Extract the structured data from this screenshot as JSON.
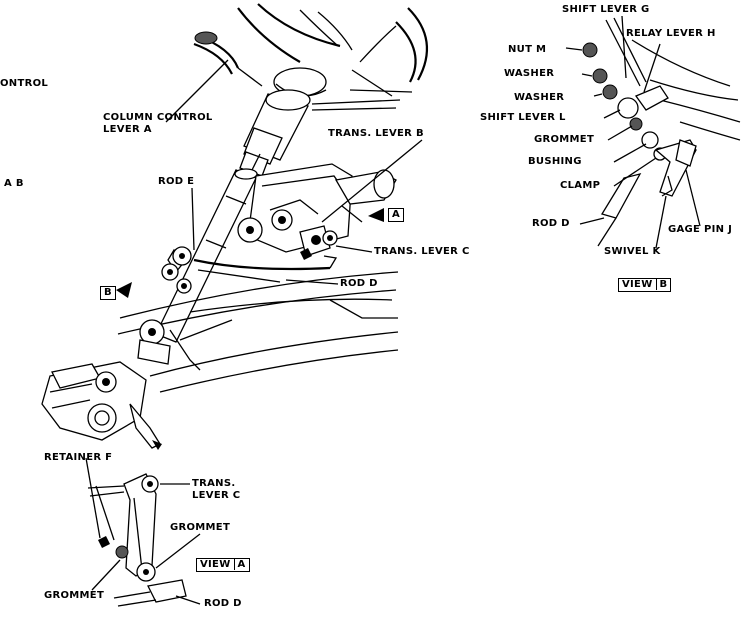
{
  "labels": {
    "control_cut": "ONTROL",
    "column_control_lever": "COLUMN CONTROL\nLEVER A",
    "rod_e": "ROD E",
    "trans_lever_b": "TRANS. LEVER B",
    "a_cut": "A B",
    "trans_lever_c": "TRANS. LEVER C",
    "rod_d_main": "ROD D",
    "arrow_a": "A",
    "arrow_b": "B",
    "retainer_f": "RETAINER F",
    "trans_lever_c_view": "TRANS.\nLEVER C",
    "grommet_view_a_upper": "GROMMET",
    "grommet_view_a_lower": "GROMMET",
    "rod_d_view_a": "ROD D",
    "shift_lever_g": "SHIFT LEVER G",
    "relay_lever_h": "RELAY LEVER H",
    "nut_m": "NUT M",
    "washer_1": "WASHER",
    "washer_2": "WASHER",
    "shift_lever_l": "SHIFT LEVER L",
    "grommet_view_b": "GROMMET",
    "bushing": "BUSHING",
    "clamp": "CLAMP",
    "rod_d_view_b": "ROD D",
    "gage_pin_j": "GAGE PIN J",
    "swivel_k": "SWIVEL K"
  },
  "views": {
    "view_a": {
      "word": "VIEW",
      "letter": "A"
    },
    "view_b": {
      "word": "VIEW",
      "letter": "B"
    }
  }
}
